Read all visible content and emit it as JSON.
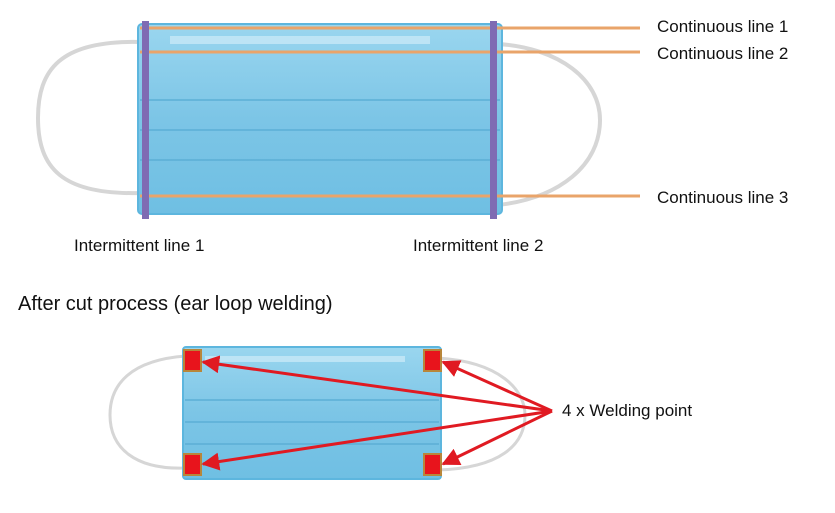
{
  "continuous_lines": [
    {
      "label": "Continuous line 1"
    },
    {
      "label": "Continuous line 2"
    },
    {
      "label": "Continuous line 3"
    }
  ],
  "intermittent_lines": [
    {
      "label": "Intermittent line 1"
    },
    {
      "label": "Intermittent line 2"
    }
  ],
  "section_title": "After cut process (ear loop welding)",
  "welding": {
    "label": "4 x Welding point",
    "count": 4
  },
  "colors": {
    "continuous_line": "#e9a46a",
    "intermittent_line": "#7f6bb3",
    "weld_fill": "#e8141c",
    "weld_border": "#b8863a",
    "arrow": "#e01a22",
    "mask_fill": "#8fcde9",
    "mask_edge": "#5db6de",
    "ear_loop": "#d6d6d6"
  }
}
